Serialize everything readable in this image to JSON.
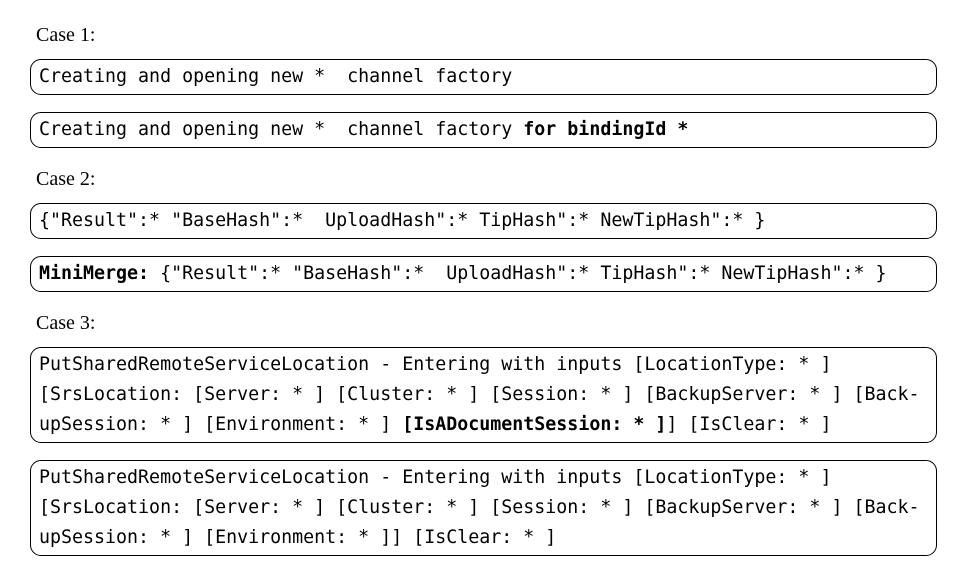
{
  "figure": {
    "colors": {
      "background": "#ffffff",
      "text": "#000000",
      "box_border": "#000000"
    },
    "cases": [
      {
        "label": "Case 1:",
        "boxes": [
          {
            "lines": [
              [
                {
                  "text": "Creating and opening new *  channel factory",
                  "bold": false
                }
              ]
            ]
          },
          {
            "lines": [
              [
                {
                  "text": "Creating and opening new *  channel factory ",
                  "bold": false
                },
                {
                  "text": "for bindingId *",
                  "bold": true
                }
              ]
            ]
          }
        ]
      },
      {
        "label": "Case 2:",
        "boxes": [
          {
            "lines": [
              [
                {
                  "text": "{\"Result\":* \"BaseHash\":*  UploadHash\":* TipHash\":* NewTipHash\":* }",
                  "bold": false
                }
              ]
            ]
          },
          {
            "lines": [
              [
                {
                  "text": "MiniMerge:",
                  "bold": true
                },
                {
                  "text": " {\"Result\":* \"BaseHash\":*  UploadHash\":* TipHash\":* NewTipHash\":* }",
                  "bold": false
                }
              ]
            ]
          }
        ]
      },
      {
        "label": "Case 3:",
        "boxes": [
          {
            "lines": [
              [
                {
                  "text": "PutSharedRemoteServiceLocation - Entering with inputs [LocationType: * ]",
                  "bold": false
                }
              ],
              [
                {
                  "text": "[SrsLocation: [Server: * ] [Cluster: * ] [Session: * ] [BackupServer: * ] [Back-",
                  "bold": false
                }
              ],
              [
                {
                  "text": "upSession: * ] [Environment: * ] ",
                  "bold": false
                },
                {
                  "text": "[IsADocumentSession: * ]",
                  "bold": true
                },
                {
                  "text": "] [IsClear: * ]",
                  "bold": false
                }
              ]
            ]
          },
          {
            "lines": [
              [
                {
                  "text": "PutSharedRemoteServiceLocation - Entering with inputs [LocationType: * ]",
                  "bold": false
                }
              ],
              [
                {
                  "text": "[SrsLocation: [Server: * ] [Cluster: * ] [Session: * ] [BackupServer: * ] [Back-",
                  "bold": false
                }
              ],
              [
                {
                  "text": "upSession: * ] [Environment: * ]] [IsClear: * ]",
                  "bold": false
                }
              ]
            ]
          }
        ]
      }
    ]
  }
}
